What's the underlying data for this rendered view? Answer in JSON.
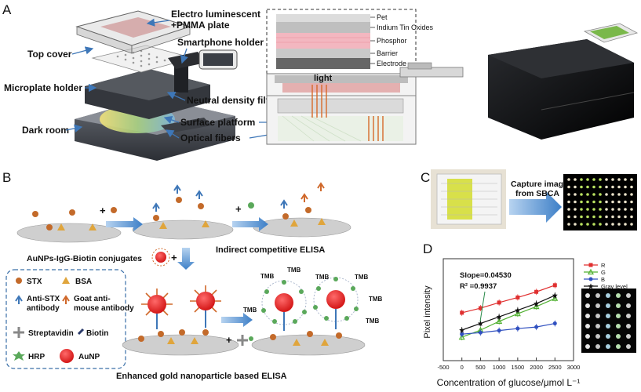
{
  "panel_a": {
    "letter": "A",
    "labels": {
      "electro_plate": [
        "Electro luminescent",
        "+PMMA plate"
      ],
      "smartphone_holder": "Smartphone holder",
      "top_cover": "Top cover",
      "microplate_holder": "Microplate holder",
      "neutral_density_filter": "Neutral density filter",
      "dark_room": "Dark room",
      "surface_platform": "Surface platform",
      "optical_fibers": "Optical fibers",
      "light": "light"
    },
    "layers": [
      "Pet",
      "Indium Tin Oxides",
      "Phosphor",
      "Barrier",
      "Electrode"
    ]
  },
  "panel_b": {
    "letter": "B",
    "conjugates": "AuNPs-IgG-Biotin conjugates",
    "indirect": "Indirect competitive ELISA",
    "enhanced": "Enhanced gold nanoparticle based ELISA",
    "tmb": "TMB",
    "plus": "+",
    "legend": {
      "stx": "STX",
      "bsa": "BSA",
      "anti_stx": [
        "Anti-STX",
        "antibody"
      ],
      "goat": [
        "Goat anti-",
        "mouse antibody"
      ],
      "streptavidin": "Streptavidin",
      "biotin": "Biotin",
      "hrp": "HRP",
      "aunp": "AuNP"
    }
  },
  "panel_c": {
    "letter": "C",
    "arrow_text": [
      "Capture image",
      "from SBCA"
    ]
  },
  "panel_d": {
    "letter": "D",
    "annotation": {
      "slope": "Slope=0.04530",
      "r2": "R² =0.9937"
    },
    "chart_data": {
      "type": "line",
      "xlabel": "Concentration of glucose/μmol L⁻¹",
      "ylabel": "Pixel intensity",
      "xlim": [
        -500,
        3000
      ],
      "ylim": [
        40,
        240
      ],
      "xticks": [
        -500,
        0,
        500,
        1000,
        1500,
        2000,
        2500,
        3000
      ],
      "yticks": [],
      "x": [
        0,
        500,
        1000,
        1500,
        2000,
        2500
      ],
      "series": [
        {
          "name": "R",
          "color": "#e03030",
          "marker": "square",
          "values": [
            134,
            143,
            154,
            164,
            175,
            188
          ]
        },
        {
          "name": "G",
          "color": "#50b030",
          "marker": "triangle",
          "values": [
            86,
            100,
            117,
            132,
            146,
            162
          ]
        },
        {
          "name": "B",
          "color": "#3050c0",
          "marker": "circle",
          "values": [
            92,
            95,
            99,
            103,
            106,
            113
          ]
        },
        {
          "name": "Gray level",
          "color": "#111111",
          "marker": "star",
          "values": [
            100,
            113,
            126,
            139,
            152,
            168
          ]
        }
      ]
    }
  }
}
